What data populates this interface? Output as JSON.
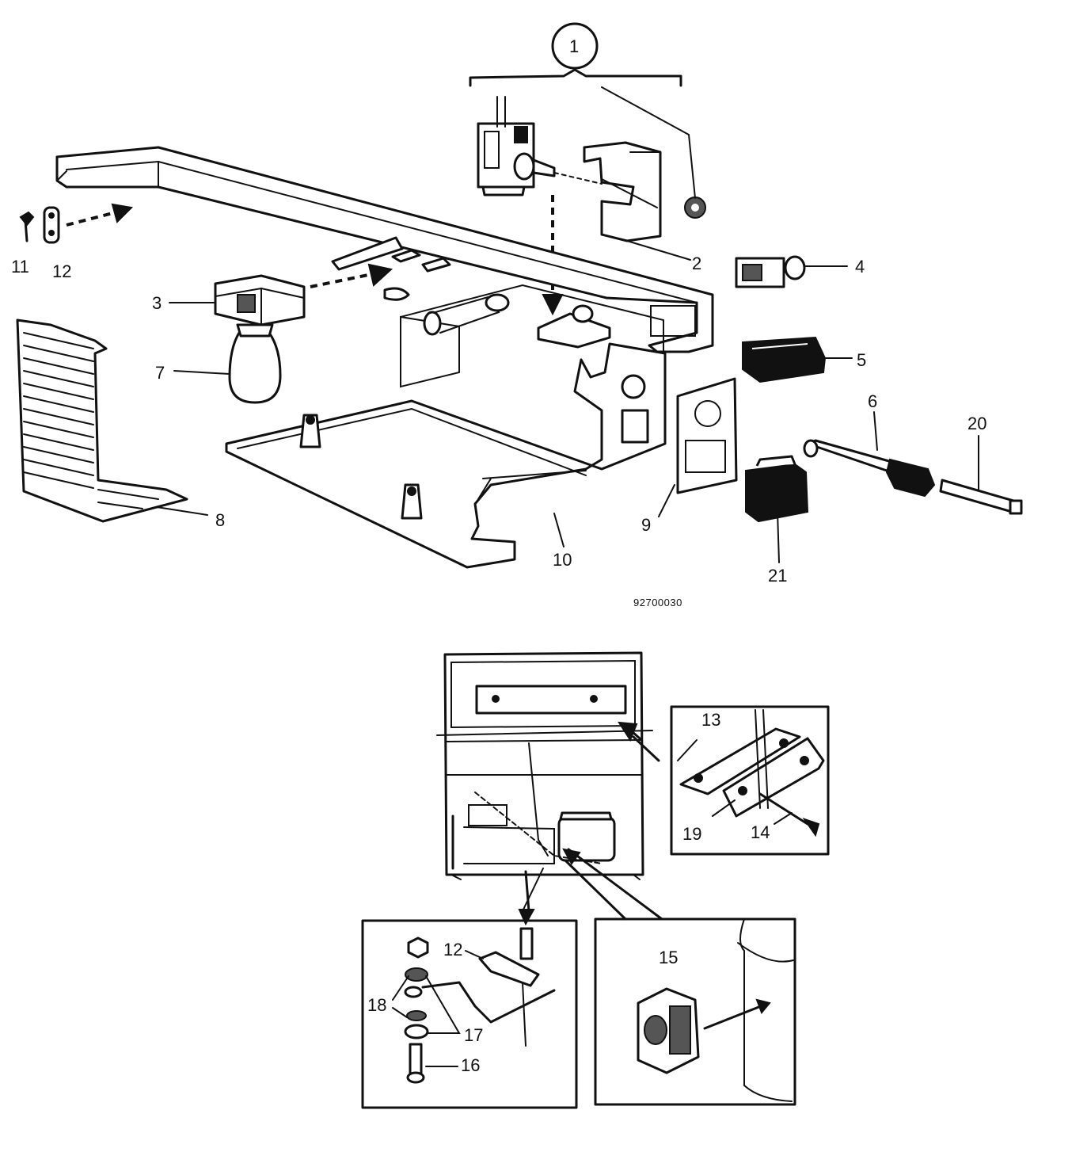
{
  "diagram": {
    "drawing_code": "92700030",
    "callouts": {
      "c1": "1",
      "c2": "2",
      "c3": "3",
      "c4": "4",
      "c5": "5",
      "c6": "6",
      "c7": "7",
      "c8": "8",
      "c9": "9",
      "c10": "10",
      "c11": "11",
      "c12": "12",
      "c13": "13",
      "c14": "14",
      "c15": "15",
      "c16": "16",
      "c17": "17",
      "c18": "18",
      "c19": "19",
      "c20": "20",
      "c21": "21",
      "c12b": "12"
    }
  }
}
